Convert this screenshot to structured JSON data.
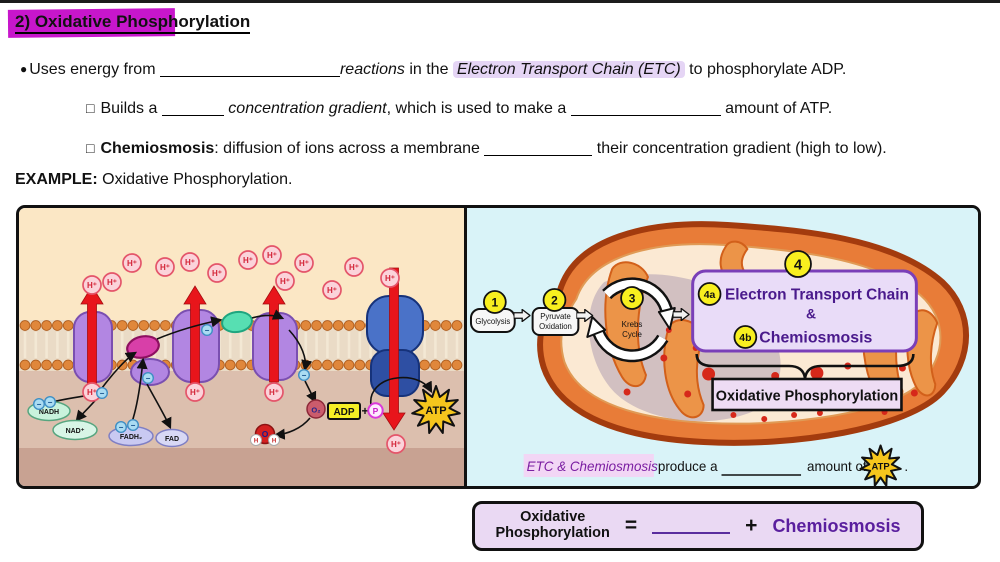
{
  "notes": {
    "title": "2) Oxidative Phosphorylation",
    "line1": {
      "bullet": "●",
      "t1": "Uses energy from ",
      "t2": "reactions",
      "t3": " in the ",
      "t4": "Electron Transport Chain (ETC)",
      "t5": " to phosphorylate ADP."
    },
    "line2": {
      "bullet": "□",
      "t1": "Builds a ",
      "t2": " concentration gradient",
      "t3": ", which is used to make a ",
      "t4": " amount of ATP."
    },
    "line3": {
      "bullet": "□",
      "t1": "Chemiosmosis",
      "t2": ": diffusion of ions across a membrane ",
      "t3": " their concentration gradient (high to low)."
    },
    "example_label": "EXAMPLE:",
    "example_text": " Oxidative Phosphorylation."
  },
  "figure": {
    "left": {
      "h_ion": "H⁺",
      "electron": "−",
      "nadh": "NADH",
      "nad_plus": "NAD⁺",
      "fadh2": "FADH₂",
      "fad": "FAD",
      "o2": "O₂",
      "adp": "ADP",
      "plus": "+",
      "phosphate": "P",
      "atp": "ATP",
      "water_o": "O",
      "water_h": "H"
    },
    "right": {
      "step1_num": "1",
      "step1_label": "Glycolysis",
      "step2_num": "2",
      "step2_label1": "Pyruvate",
      "step2_label2": "Oxidation",
      "step3_num": "3",
      "step3_label1": "Krebs",
      "step3_label2": "Cycle",
      "step4_num": "4",
      "step4a_num": "4a",
      "step4a_label": "Electron Transport Chain",
      "amp": "&",
      "step4b_num": "4b",
      "step4b_label": "Chemiosmosis",
      "oxphos_label": "Oxidative Phosphorylation",
      "caption_highlight": "ETC & Chemiosmosis",
      "caption_t1": "produce a",
      "caption_t2": "amount of",
      "caption_atp": "ATP",
      "caption_period": "."
    }
  },
  "equation": {
    "lhs_line1": "Oxidative",
    "lhs_line2": "Phosphorylation",
    "equals": "=",
    "plus": "+",
    "rhs": "Chemiosmosis"
  },
  "colors": {
    "title_highlight": "#c716cb",
    "lavender_highlight": "#e5d5f5",
    "etc_box_purple_text": "#4a1a8c",
    "caption_purple": "#7b1fa2",
    "equation_purple": "#5a1f9e",
    "left_panel_top": "#fbe7c5",
    "left_panel_matrix": "#dcbfae",
    "right_panel_bg": "#d9f3f8",
    "membrane_orange": "#e0873b",
    "complex_purple": "#b286e2",
    "synthase_blue": "#4a72c8",
    "pump_arrow_red": "#e8151b",
    "atp_star_yellow": "#f6c61d",
    "step_circle_yellow": "#f8ef1f",
    "mito_outline": "#a33b0e"
  }
}
